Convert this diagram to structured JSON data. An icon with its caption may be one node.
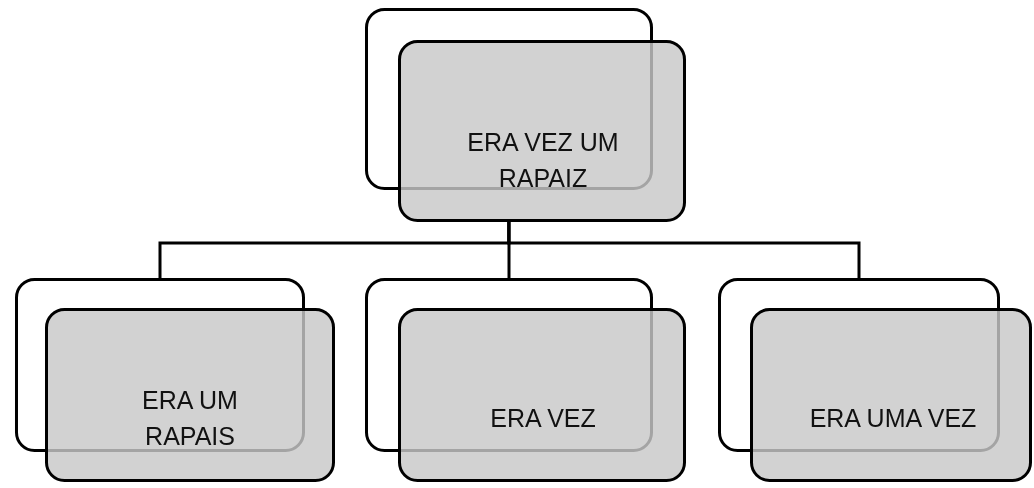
{
  "diagram": {
    "nodes": [
      {
        "text": [
          "ERA VEZ UM RAPAIZ"
        ]
      },
      {
        "text": [
          "ERA UM RAPAIS"
        ]
      },
      {
        "text": [
          "ERA VEZ"
        ]
      },
      {
        "text": [
          "ERA UMA VEZ"
        ]
      }
    ],
    "edges": [
      {
        "from": 0,
        "to": 1,
        "arrow": "none"
      },
      {
        "from": 0,
        "to": 2,
        "arrow": "none"
      },
      {
        "from": 0,
        "to": 3,
        "arrow": "none"
      }
    ]
  }
}
